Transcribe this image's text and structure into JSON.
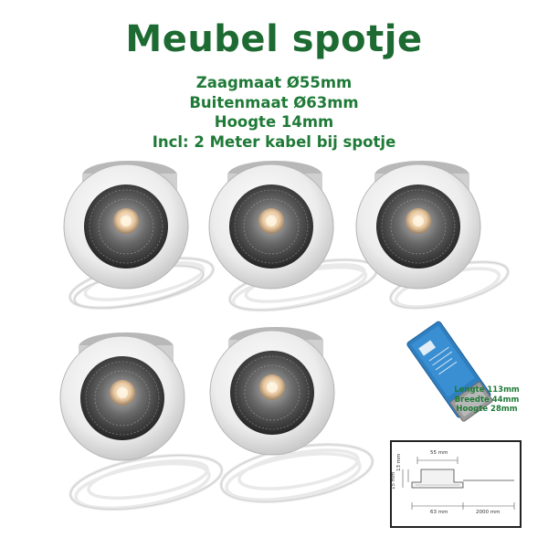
{
  "title": "Meubel spotje",
  "specs": [
    "Zaagmaat Ø55mm",
    "Buitenmaat Ø63mm",
    "Hoogte 14mm",
    "Incl: 2 Meter kabel bij spotje"
  ],
  "driver_specs": [
    "Lengte 113mm",
    "Breedte 44mm",
    "Hoogte 28mm"
  ],
  "diagram_dims": {
    "top_width": "55 mm",
    "height_a": "13 mm",
    "height_b": "15 mm",
    "outer_width": "63 mm",
    "cable_length": "2000 mm"
  },
  "colors": {
    "title_green": "#1d6b32",
    "spec_green": "#1f7a37",
    "driver_text_green": "#1f7a37",
    "driver_body_blue": "#2f7fc1",
    "ring_white": "#f4f4f4",
    "reflector_dark": "#3a3a3a"
  },
  "icons": [
    "spotlight-icon",
    "cable-icon",
    "led-driver-icon",
    "dimension-drawing-icon"
  ]
}
